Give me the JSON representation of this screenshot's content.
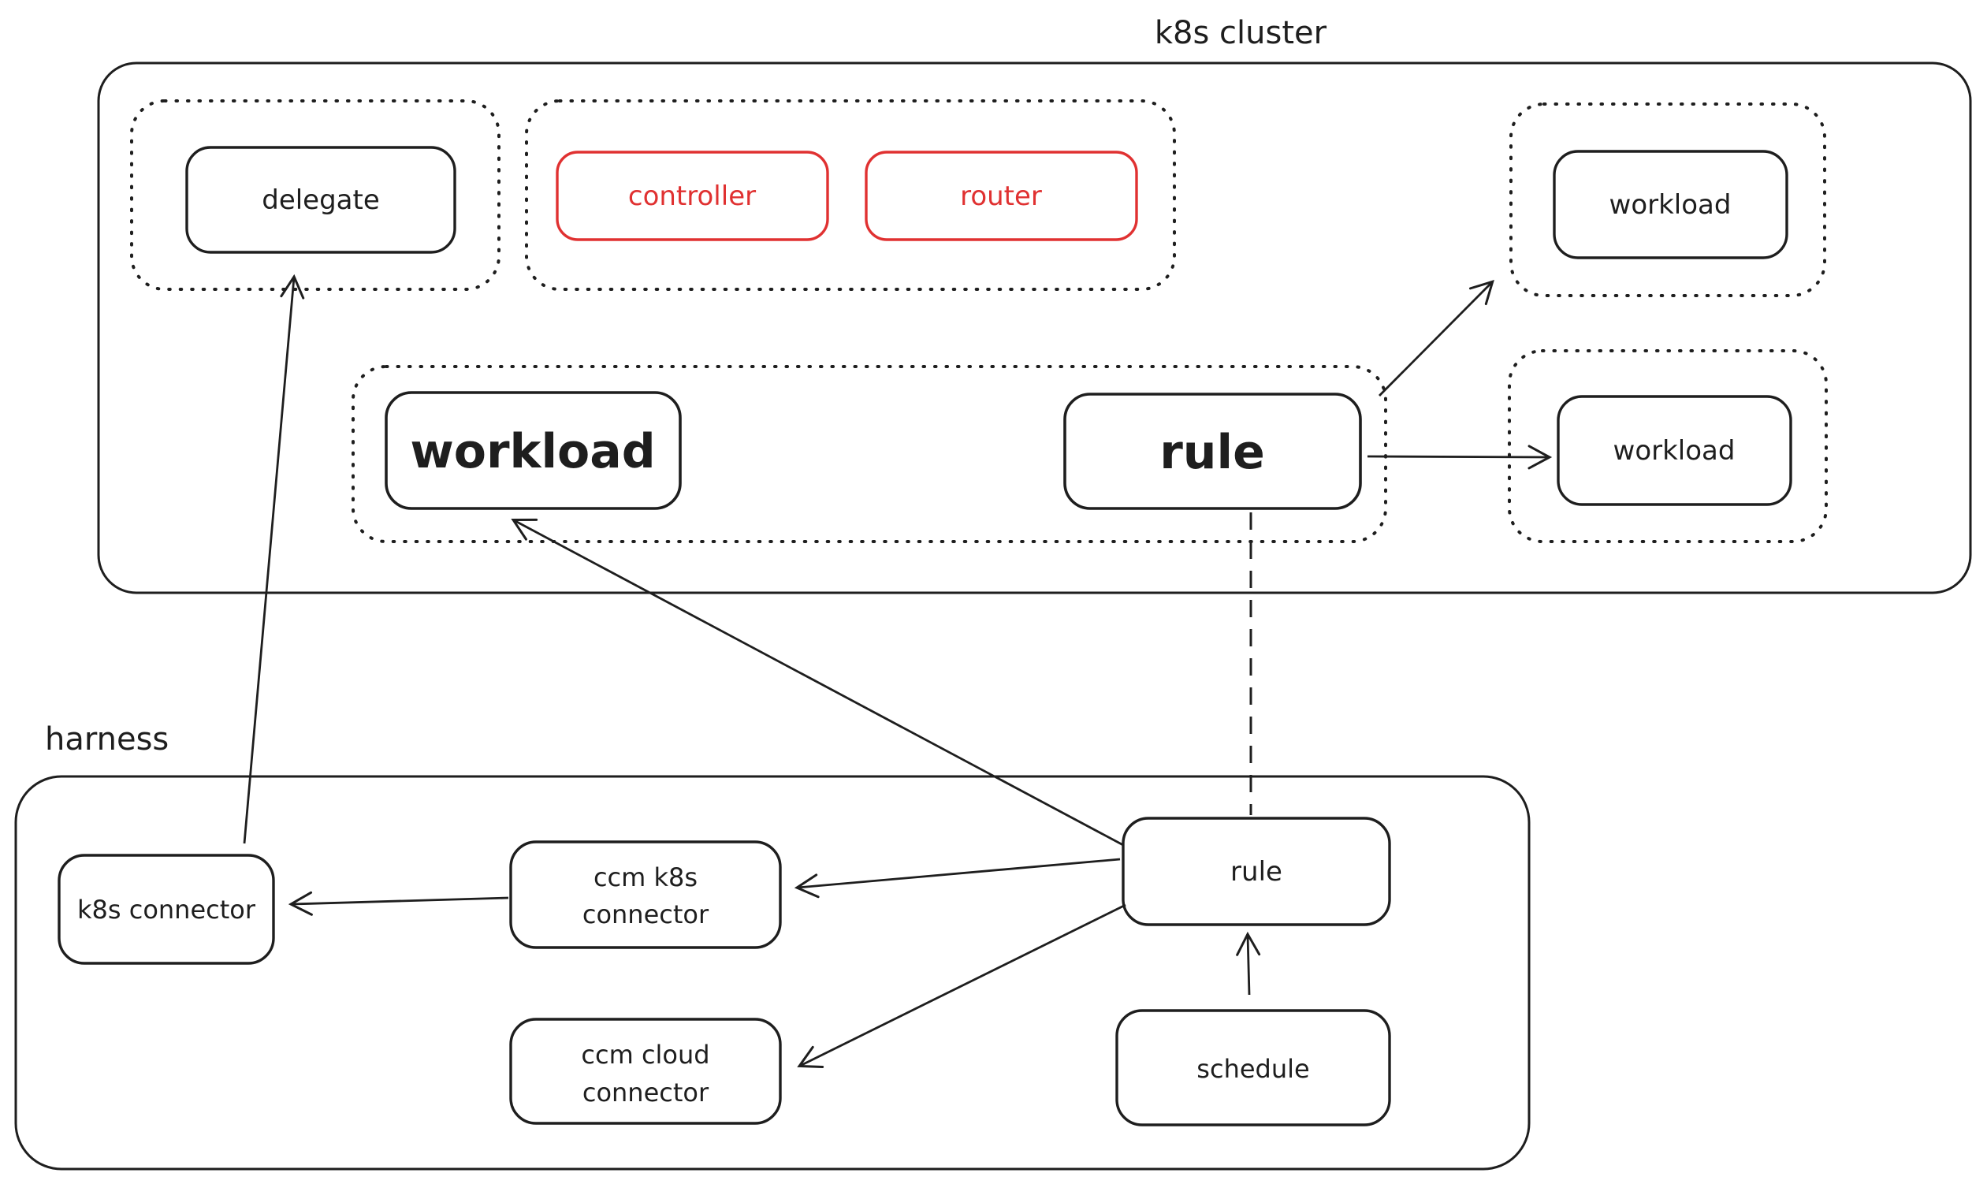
{
  "colors": {
    "stroke": "#1e1e1e",
    "accent_red": "#e03131",
    "background": "#ffffff"
  },
  "k8s_cluster": {
    "label": "k8s cluster",
    "delegate": "delegate",
    "controller": "controller",
    "router": "router",
    "workload_main": "workload",
    "rule": "rule",
    "workload_top_right": "workload",
    "workload_right": "workload"
  },
  "harness": {
    "label": "harness",
    "k8s_connector": "k8s connector",
    "ccm_k8s_connector": [
      "ccm k8s",
      "connector"
    ],
    "ccm_cloud_connector": [
      "ccm cloud",
      "connector"
    ],
    "rule": "rule",
    "schedule": "schedule"
  }
}
